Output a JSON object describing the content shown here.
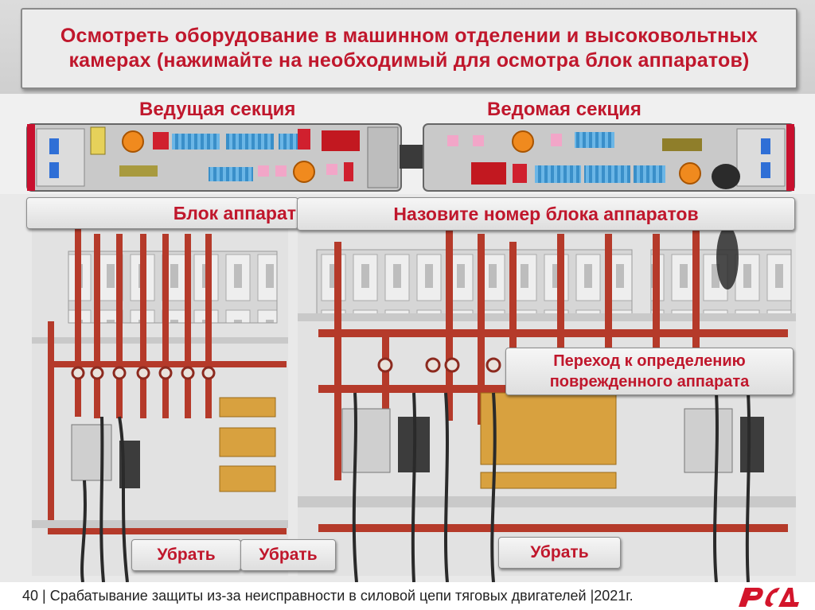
{
  "header": {
    "title": "Осмотреть оборудование в машинном отделении и высоковольтных камерах (нажимайте на необходимый для осмотра блок аппаратов)"
  },
  "sections": {
    "lead": "Ведущая секция",
    "driven": "Ведомая секция"
  },
  "prompts": {
    "block_label": "Блок аппарат",
    "name_block": "Назовите номер блока аппаратов"
  },
  "buttons": {
    "goto_damaged": "Переход к определению поврежденного аппарата",
    "hide_1": "Убрать",
    "hide_2": "Убрать",
    "hide_3": "Убрать"
  },
  "footer": {
    "slide_number": "40",
    "text": "| Срабатывание защиты из-за неисправности в силовой цепи тяговых двигателей |2021г."
  },
  "colors": {
    "accent": "#c0172c",
    "busbar": "#b53a2a",
    "frame": "#d8d8d8"
  },
  "icons": {
    "logo": "rzd-logo"
  }
}
